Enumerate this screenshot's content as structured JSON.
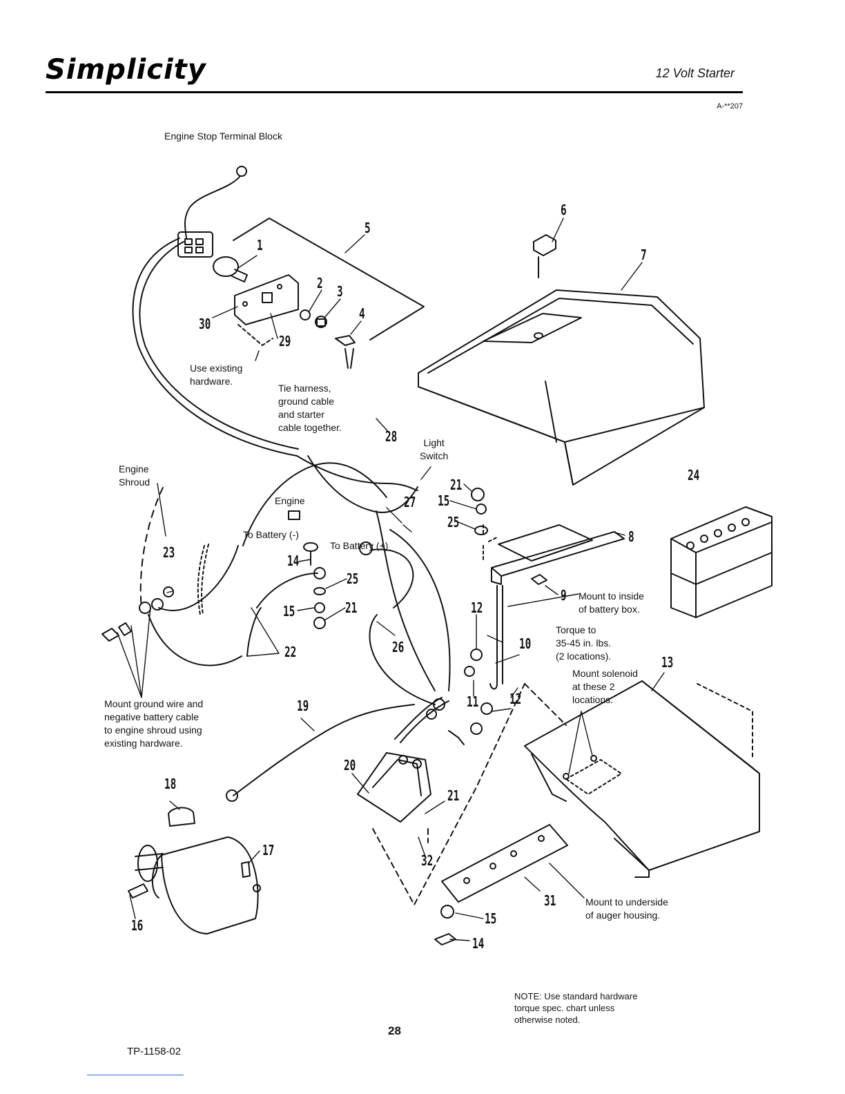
{
  "header": {
    "brand": "Simplicity",
    "title": "12 Volt Starter",
    "doc_ref": "A-**207"
  },
  "captions": {
    "engine_stop": "Engine Stop Terminal Block",
    "use_existing": "Use existing\nhardware.",
    "tie_harness": "Tie harness,\nground cable\nand starter\ncable together.",
    "light_switch": "Light\nSwitch",
    "engine_shroud": "Engine\nShroud",
    "engine": "Engine",
    "to_battery_neg": "To Battery (-)",
    "to_battery_pos": "To Battery (+)",
    "mount_inside": "Mount to inside\nof battery box.",
    "torque": "Torque to\n35-45 in. lbs.\n(2 locations).",
    "mount_solenoid": "Mount solenoid\nat these 2\nlocations.",
    "mount_ground": "Mount ground wire and\nnegative battery cable\nto engine shroud using\nexisting hardware.",
    "mount_underside": "Mount to underside\nof auger housing."
  },
  "callouts": {
    "c1": "1",
    "c2": "2",
    "c3": "3",
    "c4": "4",
    "c5": "5",
    "c6": "6",
    "c7": "7",
    "c8": "8",
    "c9": "9",
    "c10": "10",
    "c11": "11",
    "c12a": "12",
    "c12b": "12",
    "c13": "13",
    "c14a": "14",
    "c14b": "14",
    "c15a": "15",
    "c15b": "15",
    "c15c": "15",
    "c16": "16",
    "c17": "17",
    "c18": "18",
    "c19": "19",
    "c20": "20",
    "c21a": "21",
    "c21b": "21",
    "c21c": "21",
    "c22": "22",
    "c23": "23",
    "c24": "24",
    "c25a": "25",
    "c25b": "25",
    "c26": "26",
    "c27": "27",
    "c28": "28",
    "c29": "29",
    "c30": "30",
    "c31": "31",
    "c32": "32"
  },
  "note": "NOTE: Use standard hardware\ntorque spec. chart unless\notherwise noted.",
  "page_number": "28",
  "part_number": "TP-1158-02"
}
